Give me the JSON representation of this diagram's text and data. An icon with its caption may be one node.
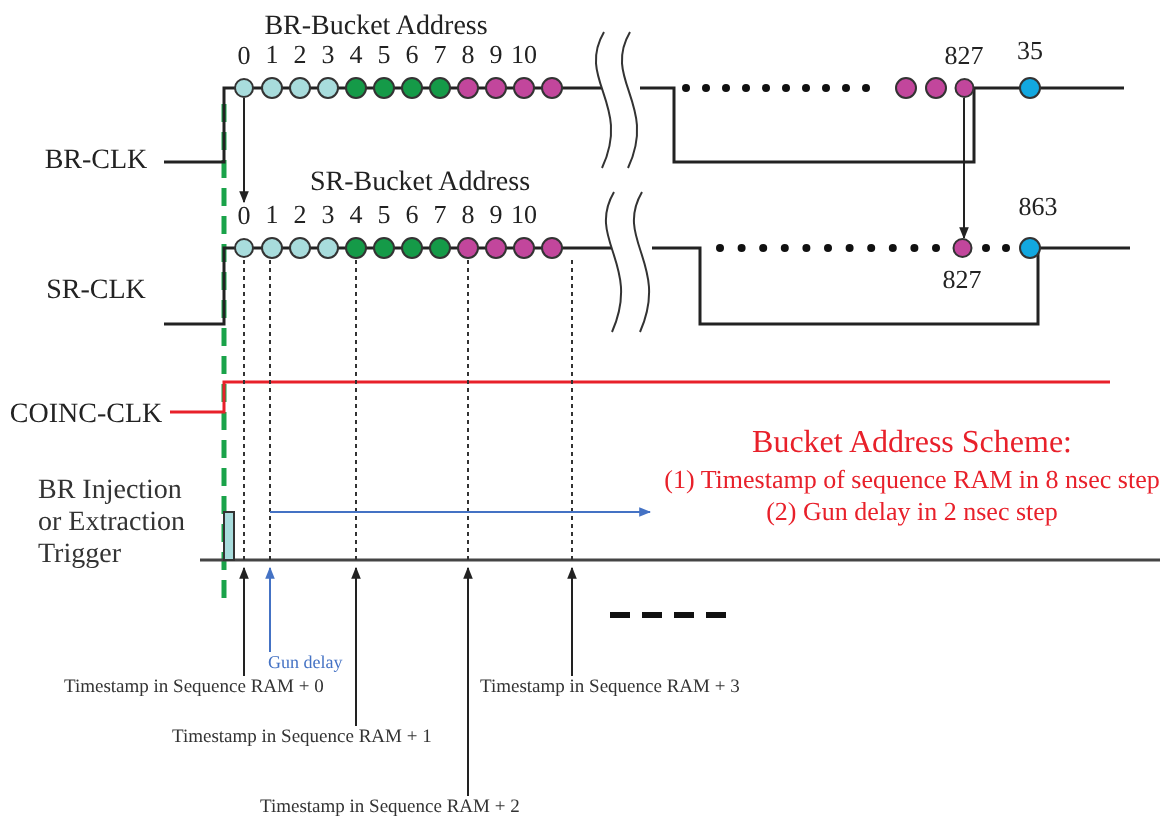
{
  "diagram": {
    "nodes": [
      {
        "text": [],
        "shape": "circle",
        "beside": [
          "0"
        ]
      },
      {
        "text": [],
        "shape": "circle",
        "beside": [
          "827"
        ]
      },
      {
        "text": [],
        "shape": "circle",
        "beside": [
          "0"
        ]
      },
      {
        "text": [],
        "shape": "circle",
        "beside": [
          "827"
        ]
      },
      {
        "text": [
          "Bucket Address Scheme:",
          "(1) Timestamp of sequence RAM in 8 nsec step",
          "(2) Gun delay in 2 nsec step"
        ]
      },
      {
        "text": [
          "Gun delay"
        ]
      },
      {
        "text": [
          "Timestamp in Sequence RAM + 0"
        ]
      },
      {
        "text": [
          "Timestamp in Sequence RAM + 3"
        ]
      },
      {
        "text": [
          "Timestamp in Sequence RAM + 1"
        ]
      },
      {
        "text": [
          "Timestamp in Sequence RAM + 2"
        ]
      }
    ],
    "edges": [
      {
        "from": 0,
        "to": 2,
        "arrow": "to"
      },
      {
        "from": 1,
        "to": 3,
        "arrow": "to"
      },
      {
        "from": null,
        "to": 4,
        "arrow": "to",
        "color": "#4472c4"
      },
      {
        "from": 6,
        "to": null,
        "arrow": "to"
      },
      {
        "from": 5,
        "to": null,
        "arrow": "to",
        "color": "#4472c4"
      },
      {
        "from": 8,
        "to": null,
        "arrow": "to"
      },
      {
        "from": 9,
        "to": null,
        "arrow": "to"
      },
      {
        "from": 7,
        "to": null,
        "arrow": "to"
      }
    ],
    "labels": [
      "BR-Bucket Address",
      "1",
      "2",
      "3",
      "4",
      "5",
      "6",
      "7",
      "8",
      "9",
      "10",
      "35",
      "BR-CLK",
      "SR-Bucket Address",
      "1",
      "2",
      "3",
      "4",
      "5",
      "6",
      "7",
      "8",
      "9",
      "10",
      "863",
      "SR-CLK",
      "COINC-CLK",
      "BR Injection or Extraction Trigger"
    ]
  }
}
